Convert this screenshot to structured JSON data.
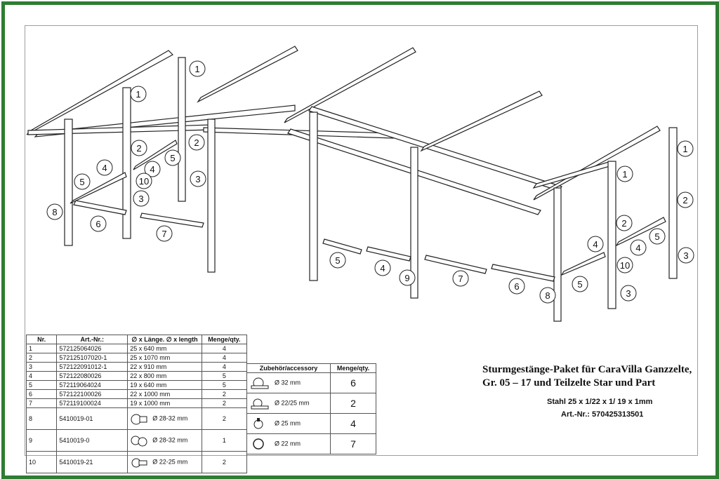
{
  "callouts": {
    "n1": "1",
    "n2": "2",
    "n3": "3",
    "n4": "4",
    "n5": "5",
    "n6": "6",
    "n7": "7",
    "n8": "8",
    "n9": "9",
    "n10": "10"
  },
  "parts_table": {
    "headers": [
      "Nr.",
      "Art.-Nr.:",
      "∅ x Länge. ∅ x length",
      "Menge/qty."
    ],
    "rows": [
      {
        "nr": "1",
        "art": "572125064026",
        "size": "25 x 640 mm",
        "qty": "4"
      },
      {
        "nr": "2",
        "art": "572125107020-1",
        "size": "25 x 1070 mm",
        "qty": "4"
      },
      {
        "nr": "3",
        "art": "572122091012-1",
        "size": "22 x 910 mm",
        "qty": "4"
      },
      {
        "nr": "4",
        "art": "572122080026",
        "size": "22 x 800 mm",
        "qty": "5"
      },
      {
        "nr": "5",
        "art": "572119064024",
        "size": "19 x 640 mm",
        "qty": "5"
      },
      {
        "nr": "6",
        "art": "572122100026",
        "size": "22 x 1000 mm",
        "qty": "2"
      },
      {
        "nr": "7",
        "art": "572119100024",
        "size": "19 x 1000 mm",
        "qty": "2"
      },
      {
        "nr": "8",
        "art": "5410019-01",
        "size": "Ø 28-32 mm",
        "qty": "2"
      },
      {
        "nr": "9",
        "art": "5410019-0",
        "size": "Ø 28-32 mm",
        "qty": "1"
      },
      {
        "nr": "10",
        "art": "5410019-21",
        "size": "Ø 22-25 mm",
        "qty": "2"
      }
    ]
  },
  "accessory_table": {
    "headers": [
      "Zubehör/accessory",
      "Menge/qty."
    ],
    "rows": [
      {
        "size": "Ø 32 mm",
        "qty": "6"
      },
      {
        "size": "Ø 22/25 mm",
        "qty": "2"
      },
      {
        "size": "Ø 25 mm",
        "qty": "4"
      },
      {
        "size": "Ø 22 mm",
        "qty": "7"
      }
    ]
  },
  "title": {
    "line1": "Sturmgestänge-Paket für CaraVilla Ganzzelte,",
    "line2": "Gr. 05 – 17 und Teilzelte Star und Part"
  },
  "spec": "Stahl 25 x 1/22 x 1/ 19 x 1mm",
  "article_number": "Art.-Nr.: 570425313501",
  "colors": {
    "frame": "#2e7d32",
    "line": "#222222"
  }
}
